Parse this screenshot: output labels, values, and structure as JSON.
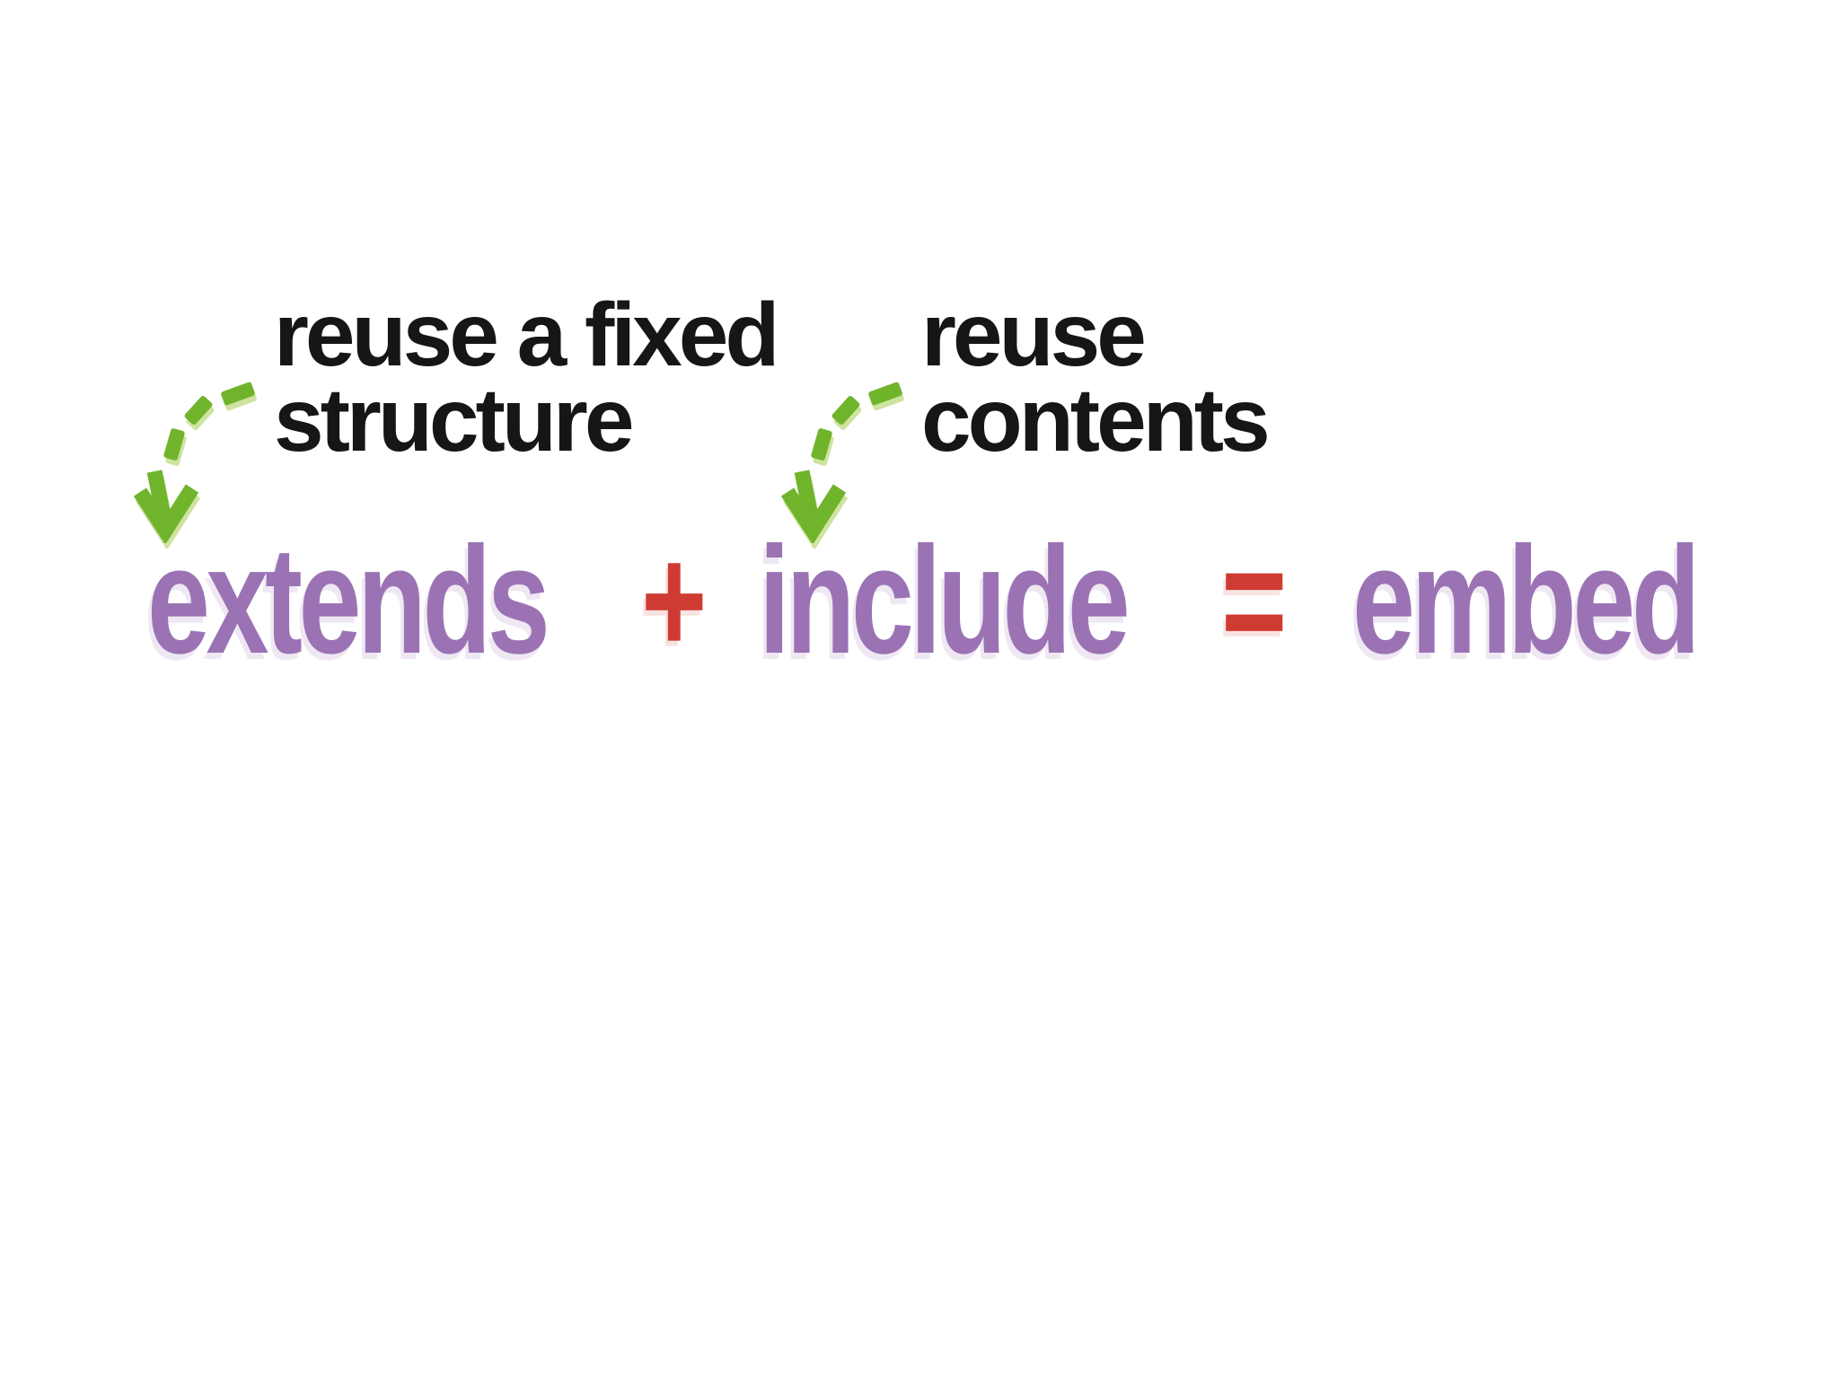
{
  "slide": {
    "background": "#ffffff"
  },
  "annotations": {
    "left": {
      "line1": "reuse a fixed",
      "line2": "structure"
    },
    "right": {
      "line1": "reuse",
      "line2": "contents"
    }
  },
  "equation": {
    "term1": "extends",
    "operator1": "+",
    "term2": "include",
    "operator2": "=",
    "result": "embed"
  },
  "icons": {
    "left_arrow": "curved-dashed-arrow-down",
    "right_arrow": "curved-dashed-arrow-down"
  },
  "colors": {
    "bg": "#ffffff",
    "text_black": "#161616",
    "purple": "#9b73b4",
    "red": "#cf3b33",
    "green": "#70b42c",
    "green_shadow": "#cfe3a0"
  }
}
